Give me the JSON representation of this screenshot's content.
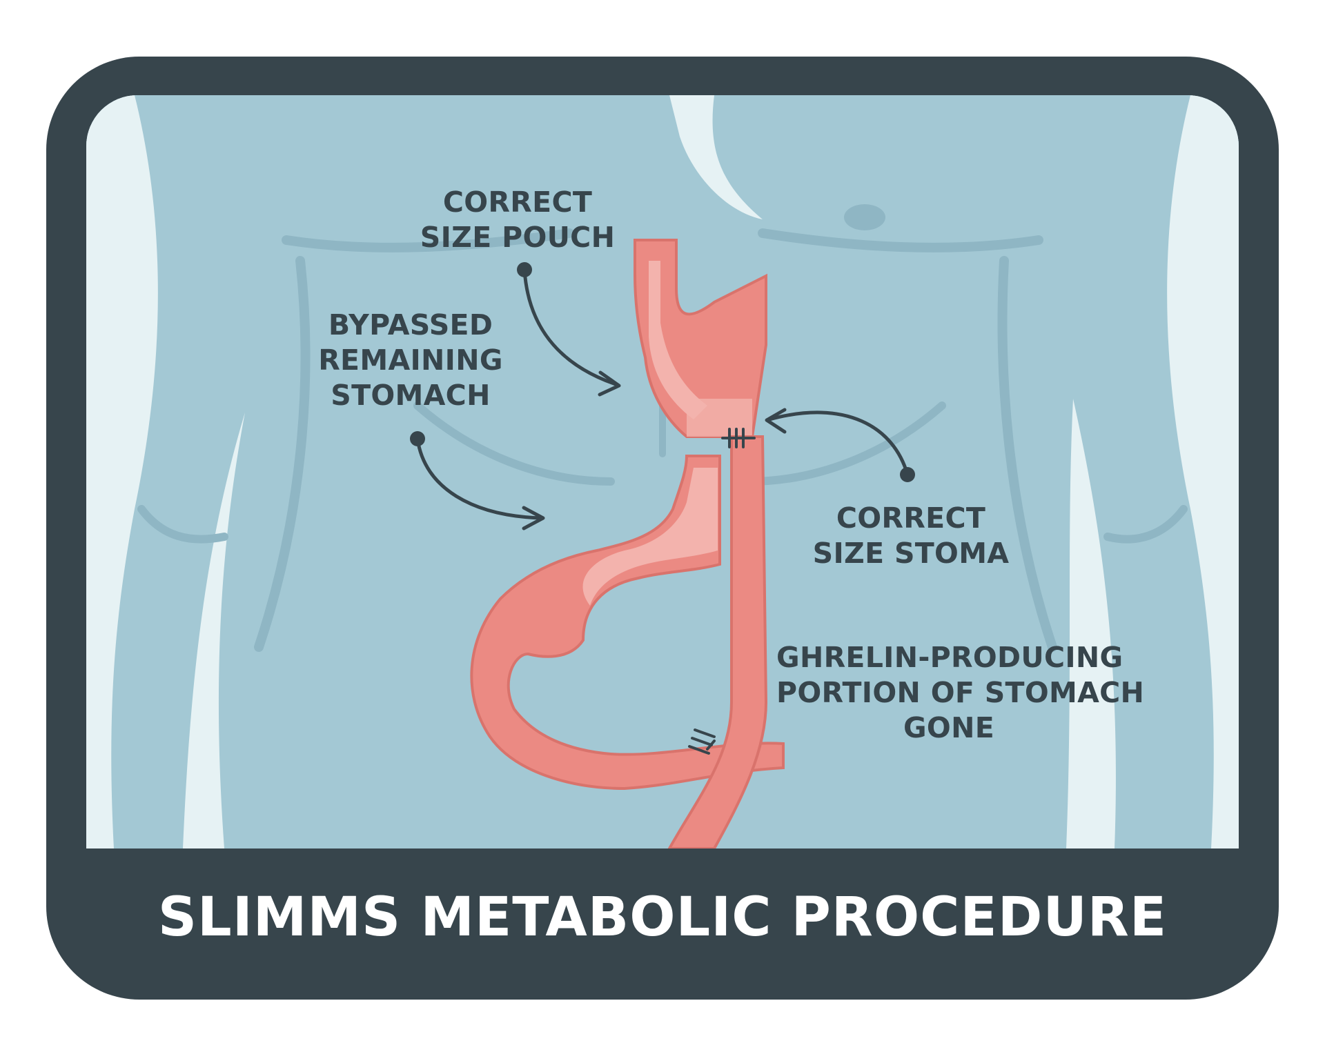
{
  "title": "SLIMMS METABOLIC PROCEDURE",
  "labels": {
    "pouch": [
      "CORRECT",
      "SIZE POUCH"
    ],
    "bypassed": [
      "BYPASSED",
      "REMAINING",
      "STOMACH"
    ],
    "stoma": [
      "CORRECT",
      "SIZE STOMA"
    ],
    "ghrelin": [
      "GHRELIN-PRODUCING",
      "PORTION OF STOMACH",
      "GONE"
    ]
  },
  "colors": {
    "frame": "#37454c",
    "body": "#a3c8d4",
    "body_shadow": "#8fb6c4",
    "background_highlight": "#e6f2f4",
    "organ": "#eb8a83",
    "organ_light": "#f3b3ad",
    "organ_outline": "#d9736c",
    "label_text": "#37454c",
    "title_text": "#ffffff"
  }
}
